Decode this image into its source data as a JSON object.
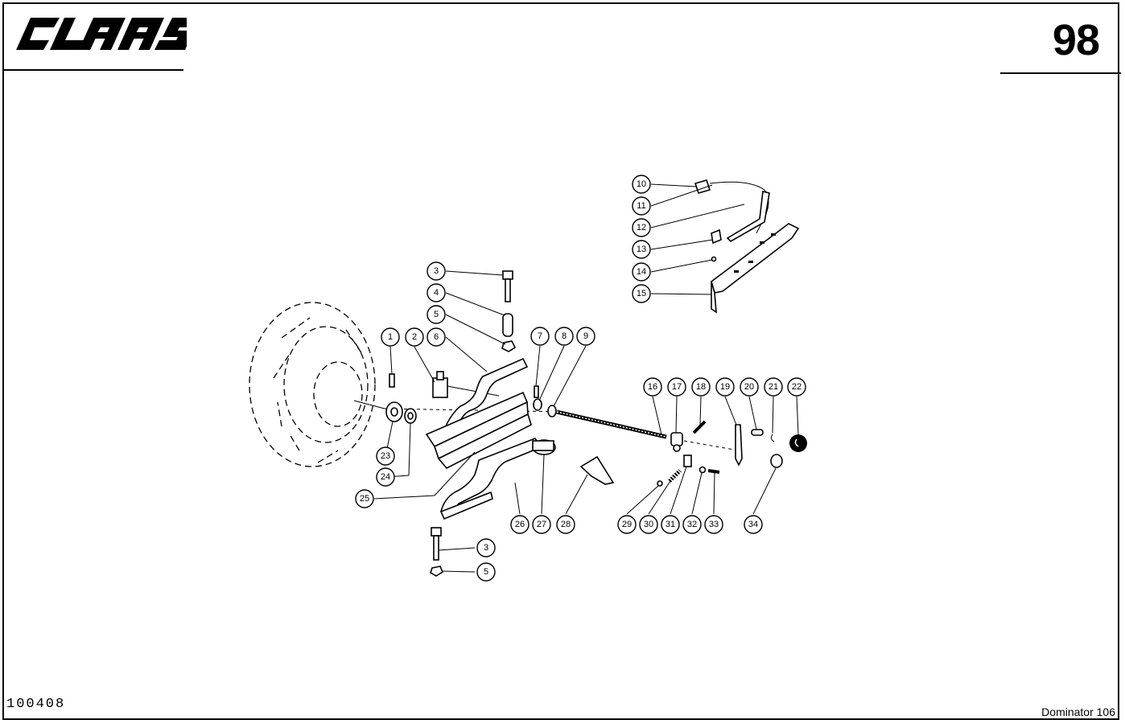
{
  "header": {
    "brand": "CLAAS",
    "page_number": "98"
  },
  "footer": {
    "drawing_id": "100408",
    "model": "Dominator 106"
  },
  "callouts": [
    {
      "num": "1"
    },
    {
      "num": "2"
    },
    {
      "num": "3"
    },
    {
      "num": "4"
    },
    {
      "num": "5"
    },
    {
      "num": "6"
    },
    {
      "num": "7"
    },
    {
      "num": "8"
    },
    {
      "num": "9"
    },
    {
      "num": "10"
    },
    {
      "num": "11"
    },
    {
      "num": "12"
    },
    {
      "num": "13"
    },
    {
      "num": "14"
    },
    {
      "num": "15"
    },
    {
      "num": "16"
    },
    {
      "num": "17"
    },
    {
      "num": "18"
    },
    {
      "num": "19"
    },
    {
      "num": "20"
    },
    {
      "num": "21"
    },
    {
      "num": "22"
    },
    {
      "num": "23"
    },
    {
      "num": "24"
    },
    {
      "num": "25"
    },
    {
      "num": "26"
    },
    {
      "num": "27"
    },
    {
      "num": "28"
    },
    {
      "num": "29"
    },
    {
      "num": "30"
    },
    {
      "num": "31"
    },
    {
      "num": "32"
    },
    {
      "num": "33"
    },
    {
      "num": "34"
    },
    {
      "num": "3"
    },
    {
      "num": "5"
    }
  ]
}
